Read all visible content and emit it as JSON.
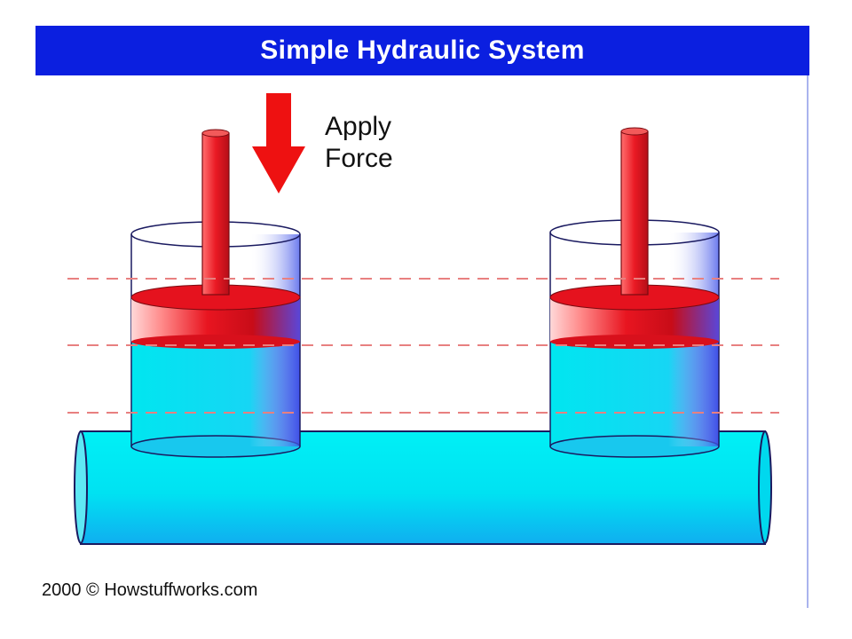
{
  "title": "Simple Hydraulic System",
  "annotation": {
    "line1": "Apply",
    "line2": "Force"
  },
  "credit": "2000 © Howstuffworks.com",
  "colors": {
    "title_background": "#0b1fe0",
    "title_text": "#ffffff",
    "fluid": "#00ecf4",
    "piston": "#e8121e",
    "arrow": "#ee1111",
    "guide_lines": "#e88080"
  }
}
